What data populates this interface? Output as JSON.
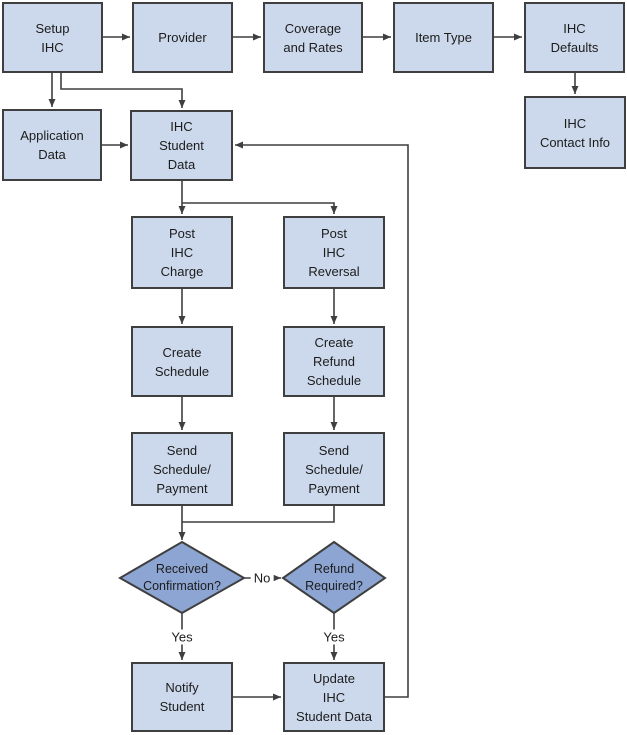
{
  "diagram": {
    "type": "flowchart",
    "nodes": {
      "setup_ihc": {
        "label": "Setup\nIHC"
      },
      "provider": {
        "label": "Provider"
      },
      "coverage_rates": {
        "label": "Coverage\nand Rates"
      },
      "item_type": {
        "label": "Item Type"
      },
      "ihc_defaults": {
        "label": "IHC\nDefaults"
      },
      "application_data": {
        "label": "Application\nData"
      },
      "ihc_student_data": {
        "label": "IHC\nStudent\nData"
      },
      "ihc_contact_info": {
        "label": "IHC\nContact Info"
      },
      "post_ihc_charge": {
        "label": "Post\nIHC\nCharge"
      },
      "post_ihc_reversal": {
        "label": "Post\nIHC\nReversal"
      },
      "create_schedule": {
        "label": "Create\nSchedule"
      },
      "create_refund_schedule": {
        "label": "Create\nRefund\nSchedule"
      },
      "send_schedule_payment_1": {
        "label": "Send\nSchedule/\nPayment"
      },
      "send_schedule_payment_2": {
        "label": "Send\nSchedule/\nPayment"
      },
      "received_confirmation": {
        "label": "Received\nConfirmation?"
      },
      "refund_required": {
        "label": "Refund\nRequired?"
      },
      "notify_student": {
        "label": "Notify\nStudent"
      },
      "update_ihc_student_data": {
        "label": "Update\nIHC\nStudent Data"
      }
    },
    "edge_labels": {
      "no": "No",
      "yes_left": "Yes",
      "yes_right": "Yes"
    },
    "colors": {
      "background": "#ffffff",
      "box_fill": "#ccd9ec",
      "diamond_fill": "#8da5d2",
      "border": "#3f3f3f",
      "line": "#3f3f3f",
      "text": "#1c1c1c"
    }
  }
}
